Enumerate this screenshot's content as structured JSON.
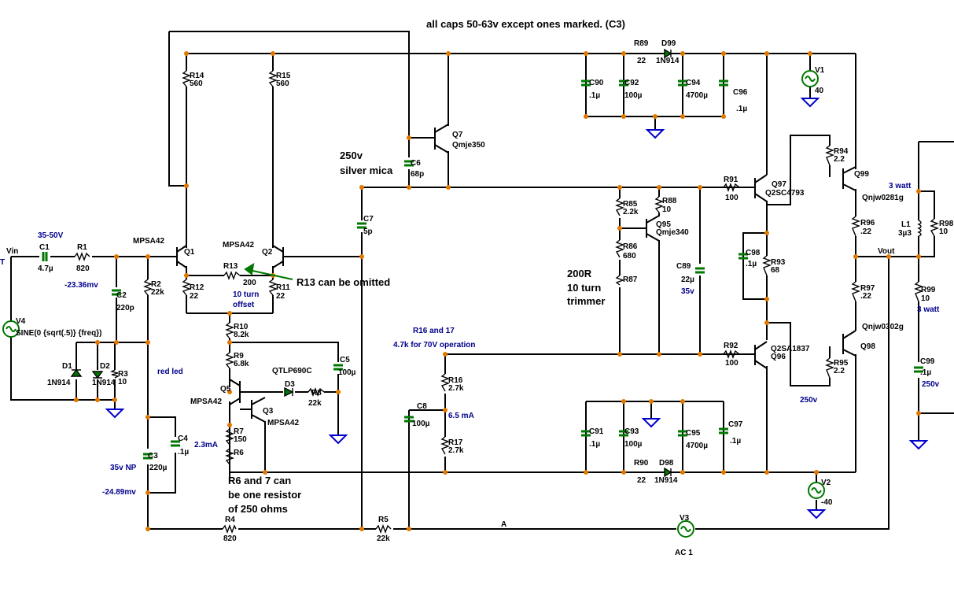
{
  "notes": {
    "caps": "all caps 50-63v except ones marked. (C3)",
    "silver_mica_1": "250v",
    "silver_mica_2": "silver mica",
    "r13_omit": "R13 can be omitted",
    "trimmer_1": "200R",
    "trimmer_2": "10 turn",
    "trimmer_3": "trimmer",
    "r16_17_a": "R16 and 17",
    "r16_17_b": "4.7k for 70V operation",
    "r6_7_a": "R6 and 7 can",
    "r6_7_b": "be one resistor",
    "r6_7_c": "of 250 ohms",
    "red_led": "red led",
    "ten_turn": "10 turn",
    "offset": "offset",
    "v_35_50": "35-50V",
    "mv1": "-23.36mv",
    "mv2": "-24.89mv",
    "np": "35v NP",
    "ma23": "2.3mA",
    "ma65": "6.5 mA",
    "v35": "35v",
    "v250a": "250v",
    "v250b": "250v",
    "w3a": "3 watt",
    "w3b": "3 watt",
    "node_a": "A",
    "vin": "Vin",
    "vout": "Vout",
    "t": "T"
  },
  "components": {
    "R1": [
      "R1",
      "820"
    ],
    "R2": [
      "R2",
      "22k"
    ],
    "R3": [
      "R3",
      "10"
    ],
    "R4": [
      "R4",
      "820"
    ],
    "R5": [
      "R5",
      "22k"
    ],
    "R6": [
      "R6",
      ""
    ],
    "R7": [
      "R7",
      "150"
    ],
    "R8": [
      "R8",
      "22k"
    ],
    "R9": [
      "R9",
      "6.8k"
    ],
    "R10": [
      "R10",
      "8.2k"
    ],
    "R11": [
      "R11",
      "22"
    ],
    "R12": [
      "R12",
      "22"
    ],
    "R13": [
      "R13",
      "200"
    ],
    "R14": [
      "R14",
      "560"
    ],
    "R15": [
      "R15",
      "560"
    ],
    "R16": [
      "R16",
      "2.7k"
    ],
    "R17": [
      "R17",
      "2.7k"
    ],
    "R85": [
      "R85",
      "2.2k"
    ],
    "R86": [
      "R86",
      "680"
    ],
    "R87": [
      "R87",
      ""
    ],
    "R88": [
      "R88",
      "10"
    ],
    "R89": [
      "R89",
      "22"
    ],
    "R90": [
      "R90",
      "22"
    ],
    "R91": [
      "R91",
      "100"
    ],
    "R92": [
      "R92",
      "100"
    ],
    "R93": [
      "R93",
      "68"
    ],
    "R94": [
      "R94",
      "2.2"
    ],
    "R95": [
      "R95",
      "2.2"
    ],
    "R96": [
      "R96",
      ".22"
    ],
    "R97": [
      "R97",
      ".22"
    ],
    "R98": [
      "R98",
      "10"
    ],
    "R99": [
      "R99",
      "10"
    ],
    "C1": [
      "C1",
      "4.7µ"
    ],
    "C2": [
      "C2",
      "220p"
    ],
    "C3": [
      "C3",
      "220µ"
    ],
    "C4": [
      "C4",
      ".1µ"
    ],
    "C5": [
      "C5",
      "100µ"
    ],
    "C6": [
      "C6",
      "68p"
    ],
    "C7": [
      "C7",
      "5p"
    ],
    "C8": [
      "C8",
      "100µ"
    ],
    "C89": [
      "C89",
      "22µ"
    ],
    "C90": [
      "C90",
      ".1µ"
    ],
    "C91": [
      "C91",
      ".1µ"
    ],
    "C92": [
      "C92",
      "100µ"
    ],
    "C93": [
      "C93",
      "100µ"
    ],
    "C94": [
      "C94",
      "4700µ"
    ],
    "C95": [
      "C95",
      "4700µ"
    ],
    "C96": [
      "C96",
      ".1µ"
    ],
    "C97": [
      "C97",
      ".1µ"
    ],
    "C98": [
      "C98",
      ".1µ"
    ],
    "C99": [
      "C99",
      ".1µ"
    ],
    "D1": [
      "D1",
      "1N914"
    ],
    "D2": [
      "D2",
      "1N914"
    ],
    "D3": [
      "D3",
      ""
    ],
    "D98": [
      "D98",
      "1N914"
    ],
    "D99": [
      "D99",
      "1N914"
    ],
    "L1": [
      "L1",
      "3µ3"
    ],
    "Q1": [
      "Q1",
      "MPSA42"
    ],
    "Q2": [
      "Q2",
      "MPSA42"
    ],
    "Q3": [
      "Q3",
      "MPSA42"
    ],
    "Q5": [
      "Q5",
      "MPSA42"
    ],
    "Q7": [
      "Q7",
      "Qmje350"
    ],
    "Q95": [
      "Q95",
      "Qmje340"
    ],
    "Q96": [
      "Q96",
      "Q2SA1837"
    ],
    "Q97": [
      "Q97",
      "Q2SC4793"
    ],
    "Q98": [
      "Q98",
      "Qnjw0302g"
    ],
    "Q99": [
      "Q99",
      "Qnjw0281g"
    ],
    "V1": [
      "V1",
      "40"
    ],
    "V2": [
      "V2",
      "-40"
    ],
    "V3": [
      "V3",
      "AC 1"
    ],
    "V4": [
      "V4",
      "SINE(0 {sqrt(.5)} {freq})"
    ],
    "D3type": "QTLP690C"
  }
}
